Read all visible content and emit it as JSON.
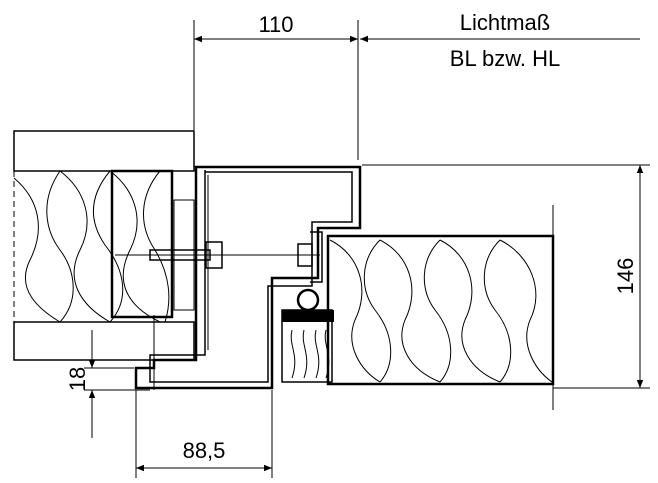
{
  "dimensions": {
    "frame_width": "110",
    "clear_label_line1": "Lichtmaß",
    "clear_label_line2": "BL bzw. HL",
    "frame_height": "146",
    "rebate_width": "88,5",
    "offset": "18"
  },
  "colors": {
    "line": "#000000",
    "background": "#ffffff"
  }
}
